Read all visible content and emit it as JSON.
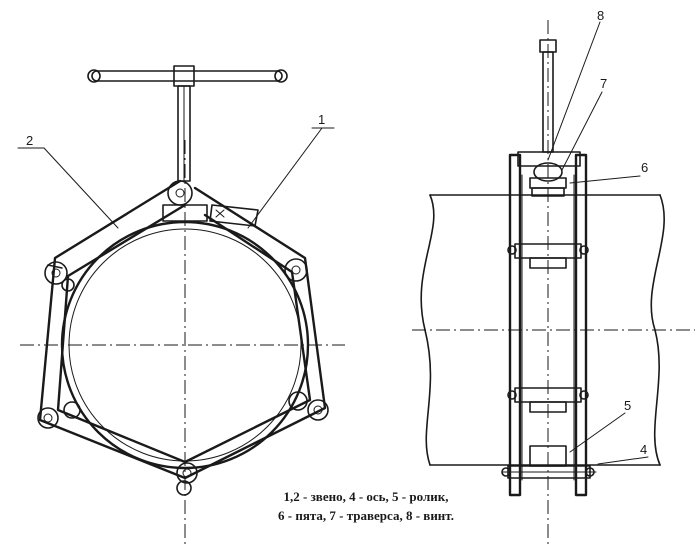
{
  "labels": {
    "l1": "1",
    "l2": "2",
    "l4": "4",
    "l5": "5",
    "l6": "6",
    "l7": "7",
    "l8": "8"
  },
  "caption": {
    "line1": "1,2 - звено, 4 - ось, 5 - ролик,",
    "line2": "6 - пята, 7 - траверса, 8 - винт."
  }
}
